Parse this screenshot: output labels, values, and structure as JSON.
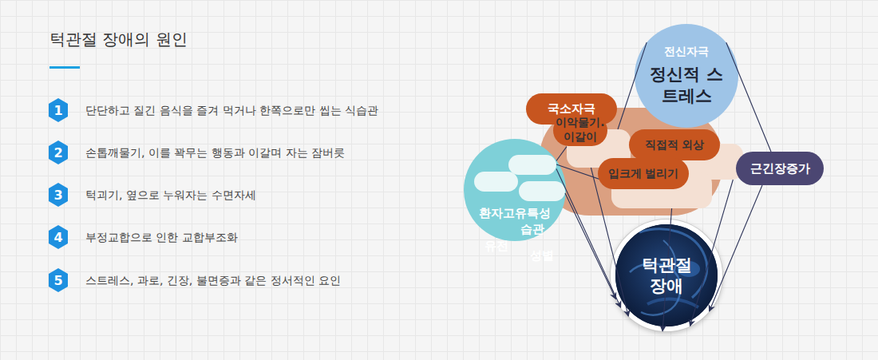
{
  "diagram": {
    "title": "턱관절 장애의 원인",
    "nodes": [
      {
        "text": [
          "1",
          "단단하고 질긴 음식을 즐겨 먹거나 한쪽으로만 씹는 식습관"
        ]
      },
      {
        "text": [
          "2",
          "손톱깨물기, 이를 꽉무는 행동과 이갈며 자는 잠버릇"
        ]
      },
      {
        "text": [
          "3",
          "턱괴기, 옆으로 누워자는 수면자세"
        ]
      },
      {
        "text": [
          "4",
          "부정교합으로 인한 교합부조화"
        ]
      },
      {
        "text": [
          "5",
          "스트레스, 과로, 긴장, 불면증과 같은 정서적인 요인"
        ]
      },
      {
        "text": [
          "전신자극",
          "정신적 스트레스"
        ]
      },
      {
        "text": [
          "국소자극"
        ]
      },
      {
        "text": [
          "이악물기. 이갈이"
        ],
        "in": 6
      },
      {
        "text": [
          "직접적 외상"
        ],
        "in": 6
      },
      {
        "text": [
          "입크게 벌리기"
        ],
        "in": 6
      },
      {
        "text": [
          "환자고유특성"
        ]
      },
      {
        "text": [
          "습관"
        ],
        "in": 10
      },
      {
        "text": [
          "유전"
        ],
        "in": 10
      },
      {
        "text": [
          "성별"
        ],
        "in": 10
      },
      {
        "text": [
          "근긴장증가"
        ]
      },
      {
        "text": [
          "턱관절 장애"
        ]
      }
    ],
    "edges": [
      {
        "from": 11,
        "to": 15,
        "arrow": "to"
      },
      {
        "from": 13,
        "to": 15,
        "arrow": "to"
      },
      {
        "from": 7,
        "to": 15,
        "arrow": "to"
      },
      {
        "from": 9,
        "to": 15,
        "arrow": "to"
      },
      {
        "from": 8,
        "to": 15,
        "arrow": "to"
      },
      {
        "from": 14,
        "to": 15,
        "arrow": "to"
      },
      {
        "from": 11,
        "to": 7,
        "arrow": "none"
      },
      {
        "from": 11,
        "to": 9,
        "arrow": "none"
      },
      {
        "from": 5,
        "to": 7,
        "arrow": "none"
      },
      {
        "from": 5,
        "to": 14,
        "arrow": "none"
      }
    ]
  }
}
